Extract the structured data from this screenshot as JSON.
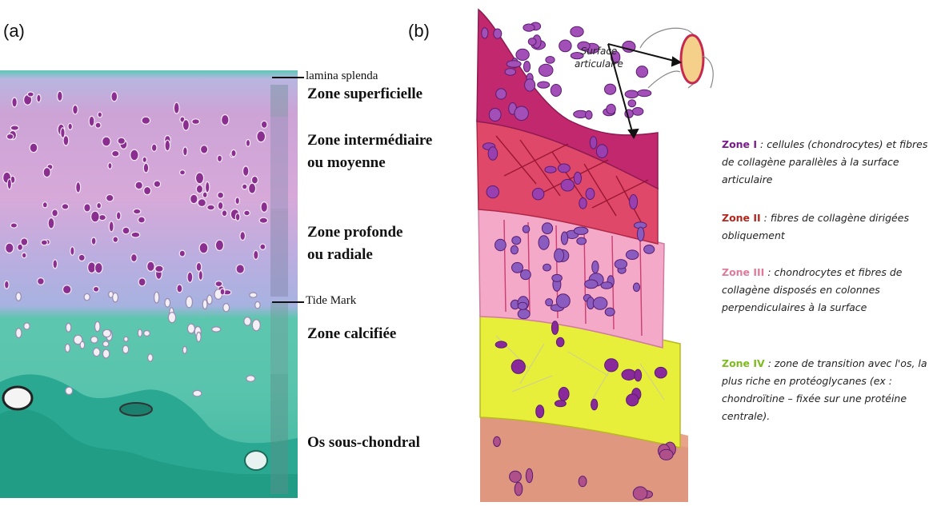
{
  "panels": {
    "a_label": "(a)",
    "b_label": "(b)"
  },
  "histology": {
    "lamina_label": "lamina splenda",
    "tide_label": "Tide Mark",
    "zones": [
      {
        "line1": "Zone superficielle",
        "line2": ""
      },
      {
        "line1": "Zone intermédiaire",
        "line2": "ou moyenne"
      },
      {
        "line1": "Zone profonde",
        "line2": "ou radiale"
      },
      {
        "line1": "Zone calcifiée",
        "line2": ""
      },
      {
        "line1": "Os sous-chondral",
        "line2": ""
      }
    ]
  },
  "illustration": {
    "surface_label_line1": "Surface",
    "surface_label_line2": "articulaire",
    "legend": [
      {
        "name": "Zone I",
        "color": "#7a1a8c",
        "text": " : cellules (chondrocytes) et fibres de collagène parallèles à la surface articulaire"
      },
      {
        "name": "Zone II",
        "color": "#b3261e",
        "text": " : fibres de collagène dirigées obliquement"
      },
      {
        "name": "Zone III",
        "color": "#e07a9a",
        "text": " : chondrocytes et fibres de collagène disposés en colonnes perpendiculaires à la surface"
      },
      {
        "name": "Zone IV",
        "color": "#7dbb1e",
        "text": " : zone de transition avec l'os, la plus riche en protéoglycanes (ex : chondroïtine – fixée sur une protéine centrale)."
      }
    ]
  }
}
